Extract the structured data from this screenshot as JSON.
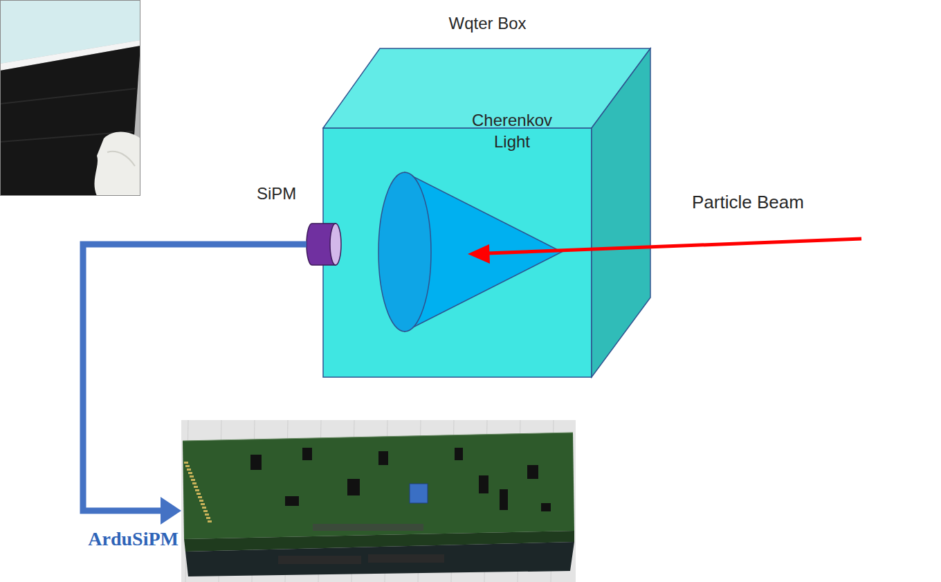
{
  "diagram": {
    "nodes": [
      {
        "text": [
          "Wqter Box"
        ]
      },
      {
        "text": [
          "Cherenkov Light"
        ],
        "in": 0
      },
      {
        "text": [
          "SiPM"
        ]
      },
      {
        "text": [
          "ArduSiPM"
        ]
      }
    ],
    "edges": [
      {
        "from": 2,
        "to": 3,
        "arrow": "to"
      }
    ],
    "labels": [
      "Particle Beam"
    ]
  }
}
